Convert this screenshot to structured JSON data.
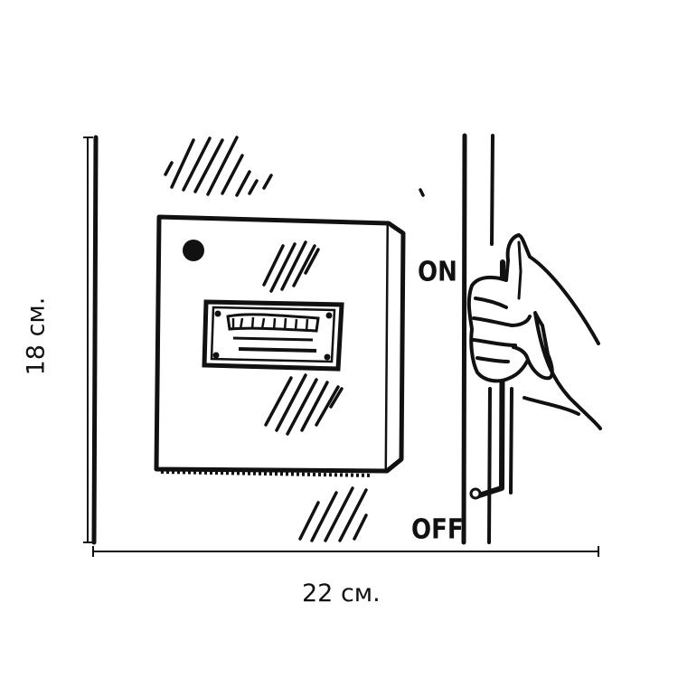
{
  "dimensions": {
    "width_label": "22 см.",
    "height_label": "18 см."
  },
  "switch_labels": {
    "on": "ON",
    "off": "OFF"
  },
  "colors": {
    "ink": "#111111",
    "background": "#ffffff"
  },
  "icons": {
    "switch_box": "electrical-box-icon",
    "hand": "hand-on-lever-icon"
  }
}
